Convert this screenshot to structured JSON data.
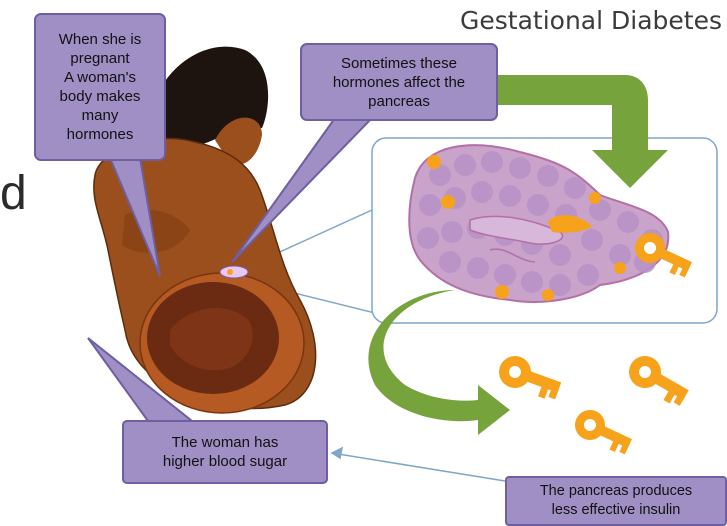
{
  "title": "Gestational Diabetes",
  "fragment_left": "d",
  "callouts": {
    "hormones": "When she is\npregnant\nA woman's\nbody makes\nmany\nhormones",
    "pancreas": "Sometimes these\nhormones affect the\npancreas",
    "blood_sugar": "The woman has\nhigher blood sugar",
    "insulin": "The pancreas produces\nless effective insulin"
  },
  "colors": {
    "callout_fill": "#a08fc4",
    "callout_border": "#6d5fa2",
    "skin": "#9a4f1c",
    "pancreas": "#c9a3c9",
    "insulin": "#f7a21b",
    "arrow": "#76a33c",
    "connector": "#7fa6c9"
  },
  "icons": [
    "pregnant-woman-figure",
    "pancreas-tissue",
    "insulin-key-icon",
    "green-arrow-icon"
  ]
}
